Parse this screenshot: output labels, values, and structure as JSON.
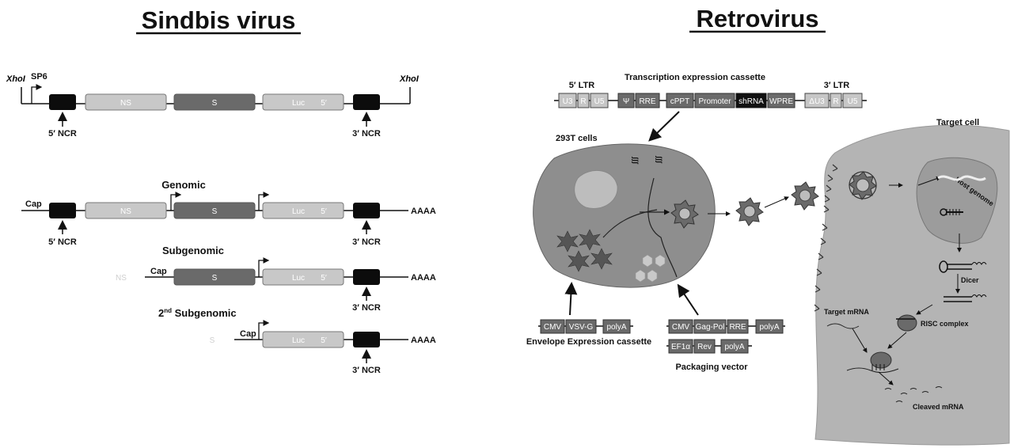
{
  "sindbis": {
    "title": "Sindbis virus",
    "xhoi_left": "XhoI",
    "xhoi_right": "XhoI",
    "sp6": "SP6",
    "ncr5": "5′ NCR",
    "ncr3": "3′ NCR",
    "ns": "NS",
    "s": "S",
    "luc": "Luc",
    "five": "5′",
    "cap": "Cap",
    "polya": "AAAA",
    "genomic": "Genomic",
    "subgenomic": "Subgenomic",
    "second_sup": "nd",
    "second_num": "2",
    "second_rest": " Subgenomic",
    "ghost_ns": "NS",
    "ghost_s": "S"
  },
  "retro": {
    "title": "Retrovirus",
    "cassette_title": "Transcription expression cassette",
    "ltr5": "5′ LTR",
    "ltr3": "3′ LTR",
    "u3": "U3",
    "r": "R",
    "u5": "U5",
    "psi": "Ψ",
    "rre": "RRE",
    "cppt": "cPPT",
    "promoter": "Promoter",
    "shrna": "shRNA",
    "wpre": "WPRE",
    "du3": "ΔU3",
    "r2": "R",
    "u5b": "U5",
    "cells": "293T cells",
    "target_cell": "Target cell",
    "host_genome": "Host genome",
    "dicer": "Dicer",
    "risc": "RISC complex",
    "target_mrna": "Target mRNA",
    "cleaved": "Cleaved mRNA",
    "env_cmv": "CMV",
    "env_vsvg": "VSV-G",
    "env_polya": "polyA",
    "env_label": "Envelope Expression cassette",
    "pk_cmv": "CMV",
    "pk_gagpol": "Gag-Pol",
    "pk_rre": "RRE",
    "pk_polya": "polyA",
    "pk_ef1a": "EF1α",
    "pk_rev": "Rev",
    "pk_polya2": "polyA",
    "pk_label": "Packaging vector"
  },
  "colors": {
    "black_box": "#0c0c0c",
    "ns_box": "#c8c8c8",
    "s_box": "#6a6a6a",
    "cell_fill": "#8e8e8e",
    "target_fill": "#b4b4b4"
  }
}
